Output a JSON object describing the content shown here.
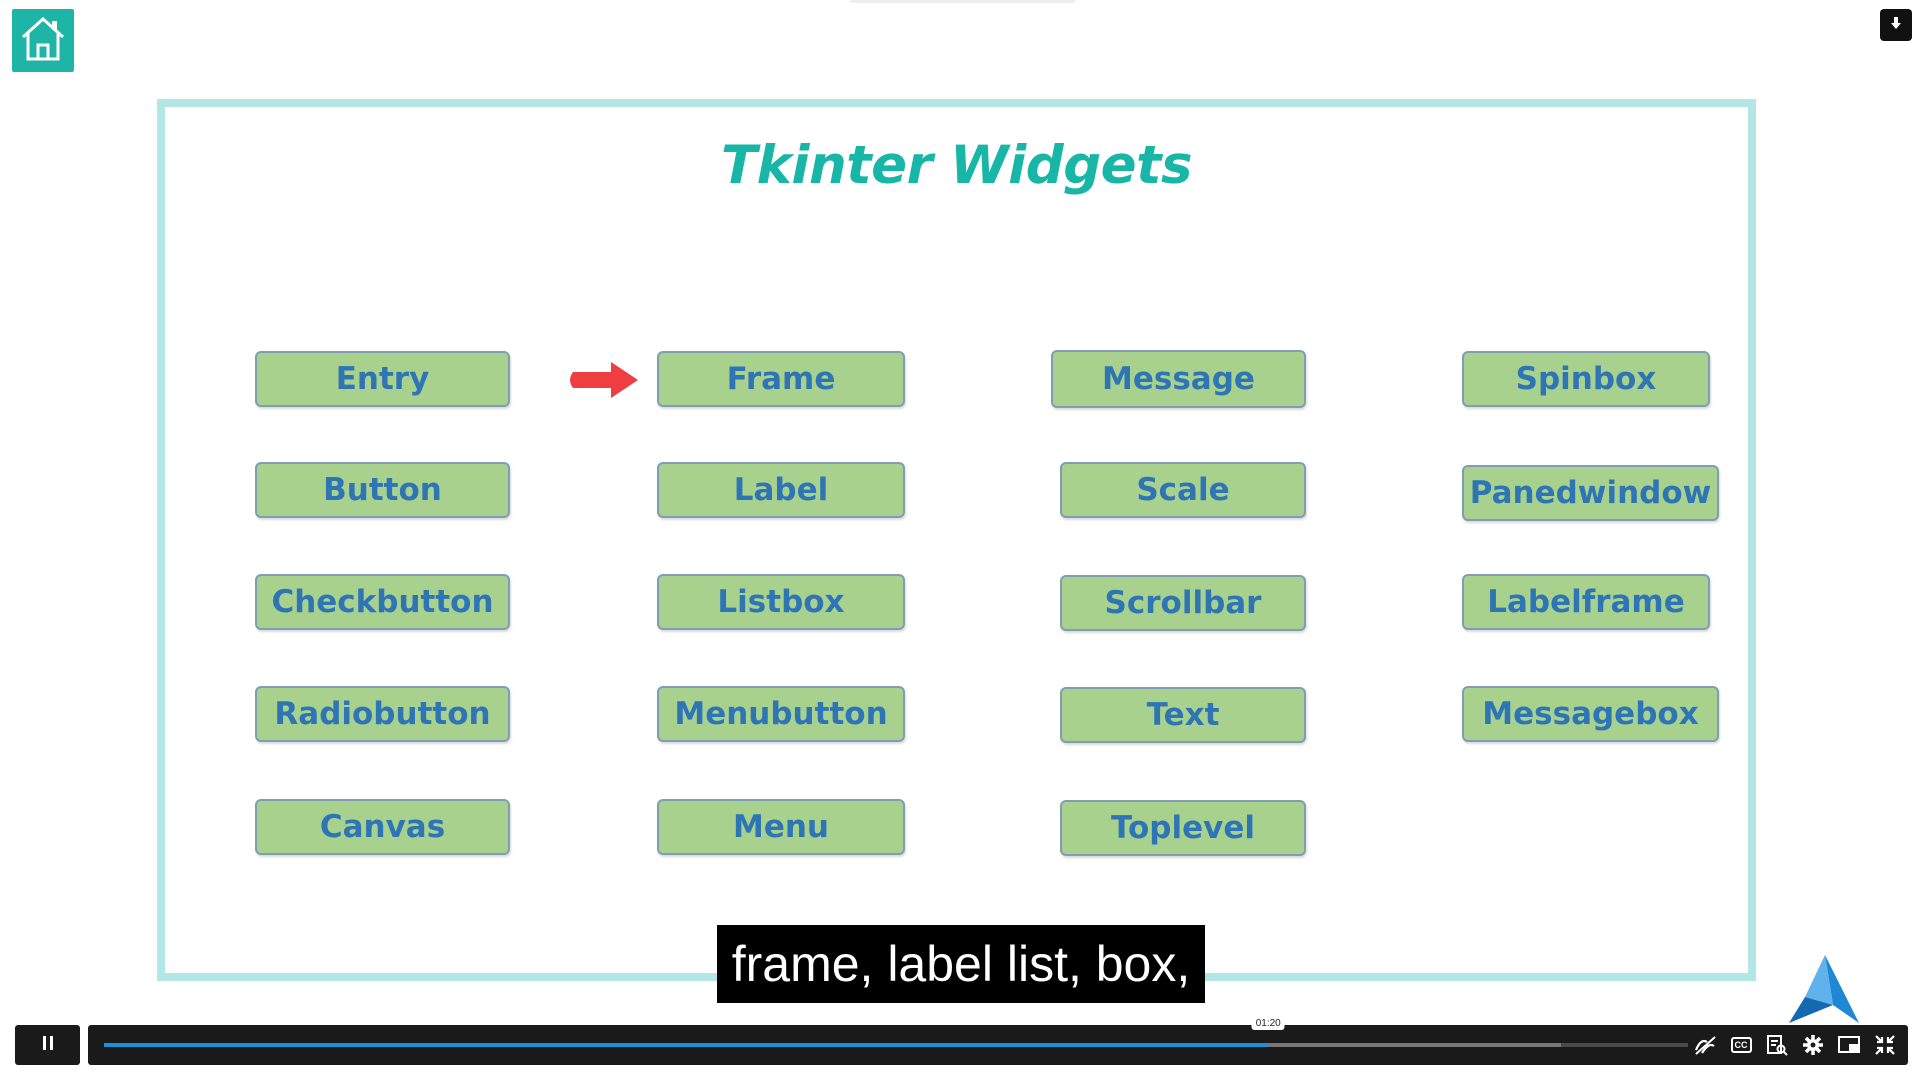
{
  "player": {
    "home_icon": "home-icon",
    "download_icon": "download-icon",
    "caption": "frame, label list, box,",
    "progress_percent": 73.5,
    "buffered_percent": 92,
    "time_tooltip": "01:20",
    "controls": [
      "pause-icon",
      "audio-description-icon",
      "cc-icon",
      "transcript-icon",
      "settings-icon",
      "picture-in-picture-icon",
      "exit-fullscreen-icon"
    ]
  },
  "slide": {
    "title": "Tkinter Widgets",
    "widgets": {
      "entry": "Entry",
      "button": "Button",
      "checkbutton": "Checkbutton",
      "radiobutton": "Radiobutton",
      "canvas": "Canvas",
      "frame": "Frame",
      "label": "Label",
      "listbox": "Listbox",
      "menubutton": "Menubutton",
      "menu": "Menu",
      "message": "Message",
      "scale": "Scale",
      "scrollbar": "Scrollbar",
      "text": "Text",
      "toplevel": "Toplevel",
      "spinbox": "Spinbox",
      "panedwindow": "Panedwindow",
      "labelframe": "Labelframe",
      "messagebox": "Messagebox"
    },
    "arrow_color": "#ef3e42",
    "button_fill": "#a9d18e",
    "button_text_color": "#2e75b6",
    "title_color": "#17b6a6",
    "border_color": "#b2e7e6"
  }
}
